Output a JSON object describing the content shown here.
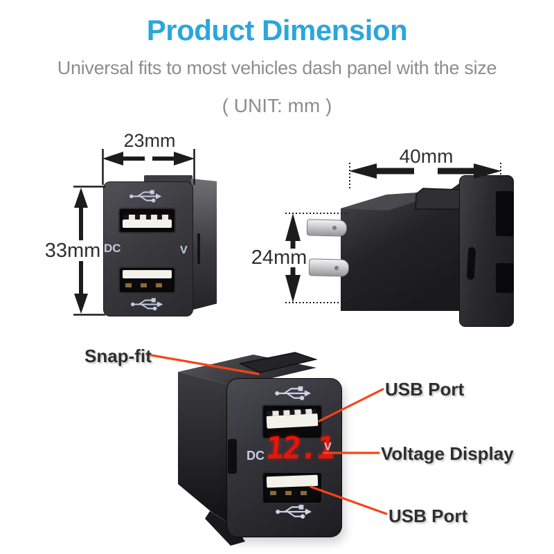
{
  "header": {
    "title": "Product Dimension",
    "subtitle": "Universal fits to most vehicles dash panel with the size",
    "unit_note": "( UNIT: mm )"
  },
  "front_view": {
    "width_label": "23mm",
    "height_label": "33mm",
    "dc_label": "DC",
    "v_label": "V"
  },
  "side_view": {
    "depth_label": "40mm",
    "height_label": "24mm"
  },
  "photo_callouts": {
    "snap_fit": "Snap-fit",
    "usb_port_top": "USB Port",
    "voltage_display": "Voltage Display",
    "usb_port_bottom": "USB Port"
  },
  "device_face": {
    "dc_label": "DC",
    "voltage_reading": "12.1",
    "v_label": "V"
  },
  "icons": {
    "usb": "usb-icon"
  },
  "colors": {
    "title_blue": "#2ba6dc",
    "subtitle_gray": "#8d8d8d",
    "label_black": "#2e2e2e",
    "callout_red": "#f94316",
    "display_red": "#e8150a",
    "dimension_line": "#1c1c1c",
    "body_dark": "#2a2a2e"
  }
}
